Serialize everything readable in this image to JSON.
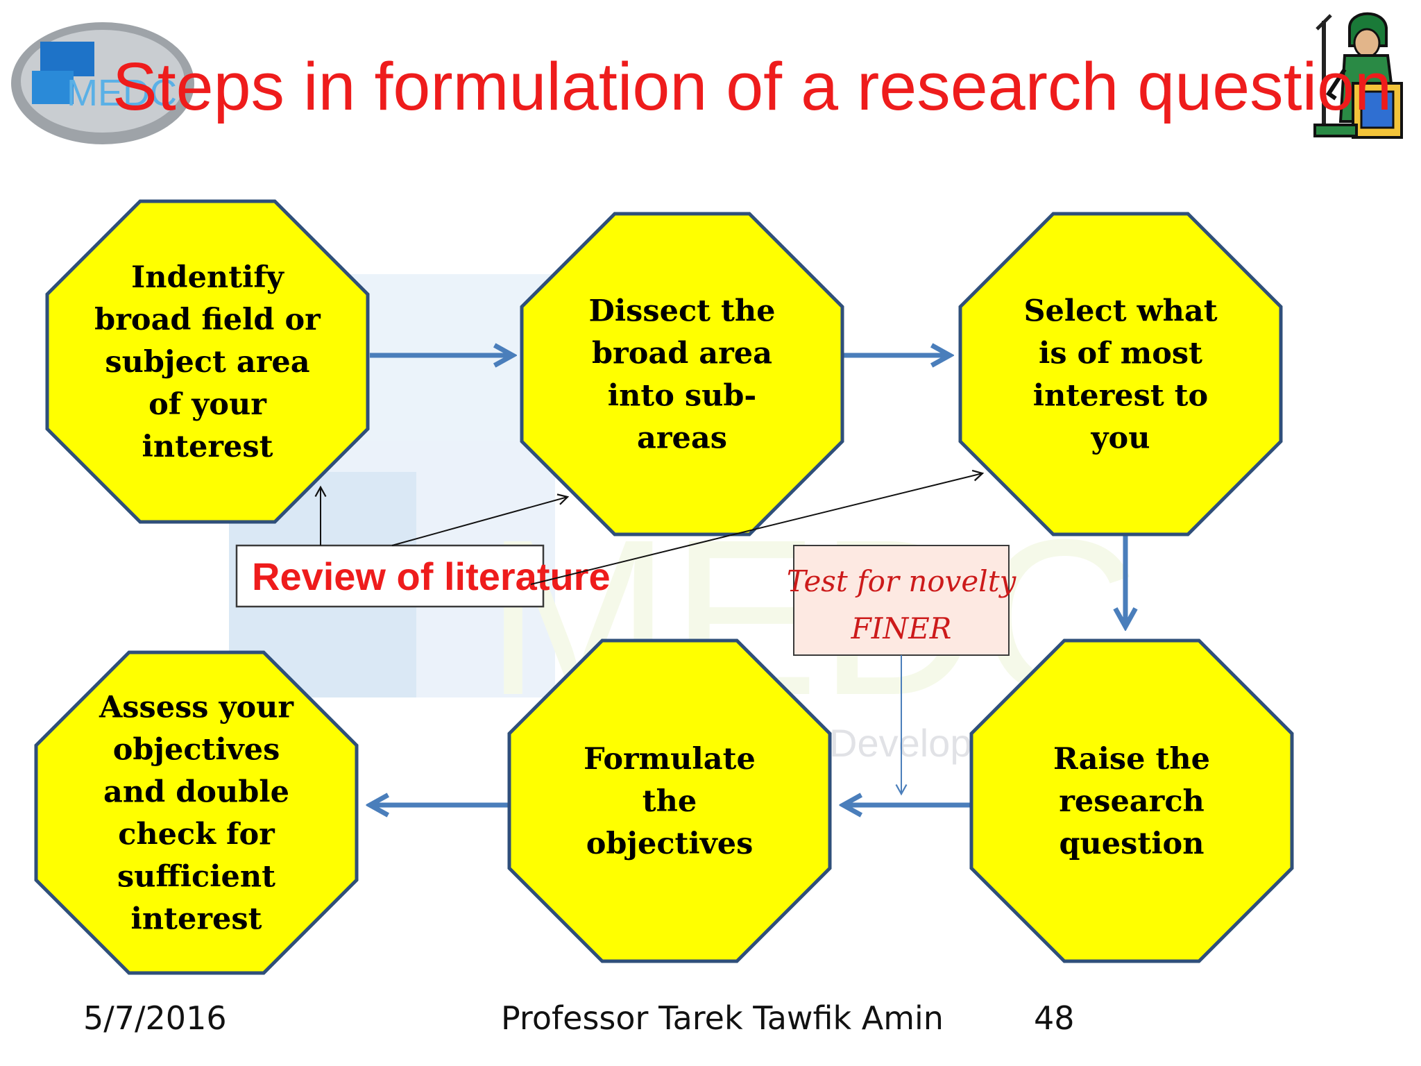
{
  "slide": {
    "title": "Steps in formulation of a research question",
    "logo_text": "MEDC",
    "watermark_text": "MEDC",
    "watermark_sub": "Develop"
  },
  "steps": [
    {
      "lines": [
        "Indentify",
        "broad field or",
        "subject area",
        "of your",
        "interest"
      ]
    },
    {
      "lines": [
        "Dissect the",
        "broad area",
        "into sub-",
        "areas"
      ]
    },
    {
      "lines": [
        "Select what",
        "is of most",
        "interest to",
        "you"
      ]
    },
    {
      "lines": [
        "Raise the",
        "research",
        "question"
      ]
    },
    {
      "lines": [
        "Formulate",
        "the",
        "objectives"
      ]
    },
    {
      "lines": [
        "Assess your",
        "objectives",
        "and double",
        "check for",
        "sufficient",
        "interest"
      ]
    }
  ],
  "review_box": {
    "label": "Review of literature"
  },
  "test_box": {
    "lines": [
      "Test for novelty",
      "FINER"
    ]
  },
  "footer": {
    "date": "5/7/2016",
    "author": "Professor Tarek Tawfik Amin",
    "page": "48"
  },
  "colors": {
    "title": "#ee1c1c",
    "octagon_fill": "#ffff00",
    "octagon_stroke": "#2f4f7a",
    "arrow": "#4a7ebb",
    "test_box_fill": "#fde9e2",
    "watermark_blue": "#cfe3f5"
  }
}
